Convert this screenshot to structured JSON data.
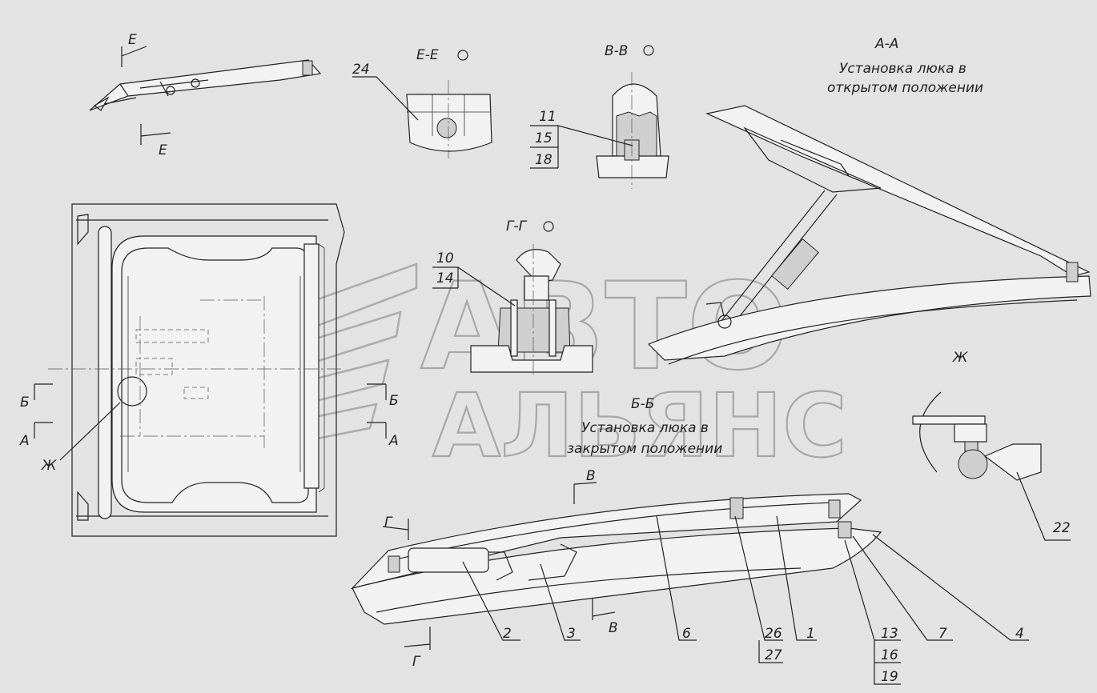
{
  "views": {
    "ee": {
      "title": "Е-Е"
    },
    "vv": {
      "title": "В-В"
    },
    "gg": {
      "title": "Г-Г"
    },
    "aa": {
      "title": "А-А",
      "subtitle_line1": "Установка люка в",
      "subtitle_line2": "открытом положении"
    },
    "bb": {
      "title": "Б-Б",
      "subtitle_line1": "Установка люка в",
      "subtitle_line2": "закрытом положении"
    },
    "zh": {
      "title": "Ж"
    }
  },
  "section_marks": {
    "e": "Е",
    "b": "Б",
    "a": "А",
    "zh": "Ж",
    "v": "В",
    "g": "Г"
  },
  "callouts": {
    "c24": "24",
    "c11": "11",
    "c15": "15",
    "c18": "18",
    "c10": "10",
    "c14": "14",
    "c22": "22",
    "c2": "2",
    "c3": "3",
    "c6": "6",
    "c26": "26",
    "c27": "27",
    "c1": "1",
    "c13": "13",
    "c16": "16",
    "c19": "19",
    "c7": "7",
    "c4": "4"
  },
  "watermark": {
    "line1": "АВТО",
    "line2": "АЛЬЯНС"
  }
}
